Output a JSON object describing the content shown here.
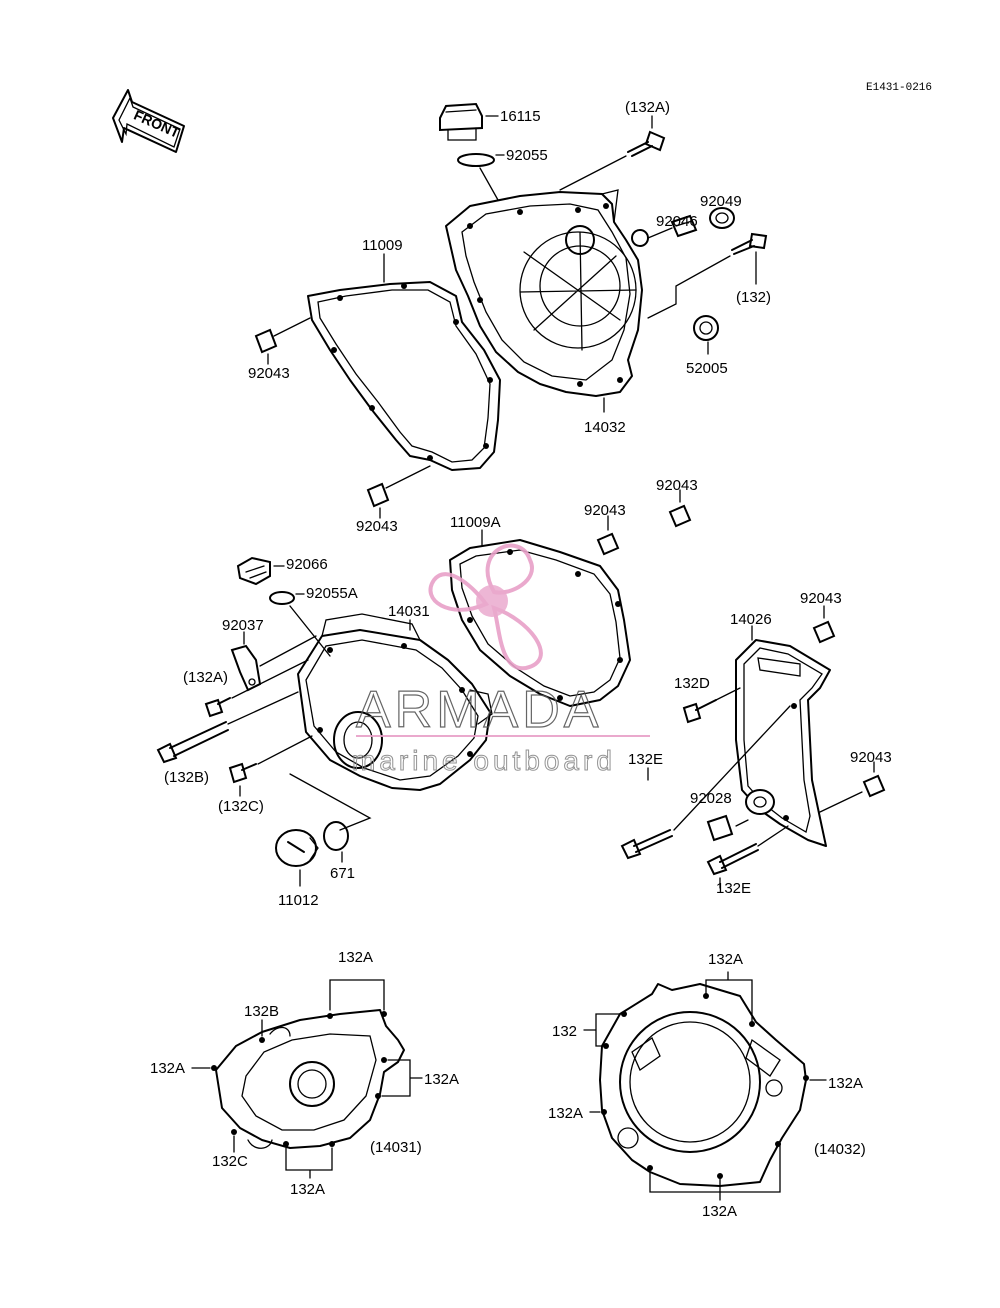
{
  "ref_code": "E1431-0216",
  "front_label": "FRONT",
  "watermark": {
    "brand": "ARMADA",
    "tagline": "marine outboard",
    "color": "#e8a0c8"
  },
  "parts": {
    "p16115": "16115",
    "p92055_top": "92055",
    "p132A_top": "(132A)",
    "p92049": "92049",
    "p92046": "92046",
    "p132_right": "(132)",
    "p52005": "52005",
    "p14032": "14032",
    "p11009": "11009",
    "p92043_a": "92043",
    "p92043_b": "92043",
    "p92043_c": "92043",
    "p92043_d": "92043",
    "p92043_e": "92043",
    "p92043_f": "92043",
    "p11009A": "11009A",
    "p92066": "92066",
    "p92055A": "92055A",
    "p14031": "14031",
    "p92037": "92037",
    "p132A_mid": "(132A)",
    "p132B_mid": "(132B)",
    "p132C_mid": "(132C)",
    "p11012": "11012",
    "p671": "671",
    "p14026": "14026",
    "p132D": "132D",
    "p132E_a": "132E",
    "p132E_b": "132E",
    "p92028": "92028"
  },
  "left_detail": {
    "title": "(14031)",
    "l132A_top": "132A",
    "l132B": "132B",
    "l132A_left": "132A",
    "l132A_right": "132A",
    "l132C": "132C",
    "l132A_bottom": "132A"
  },
  "right_detail": {
    "title": "(14032)",
    "r132A_top": "132A",
    "r132": "132",
    "r132A_right": "132A",
    "r132A_left": "132A",
    "r132A_bottom": "132A"
  }
}
